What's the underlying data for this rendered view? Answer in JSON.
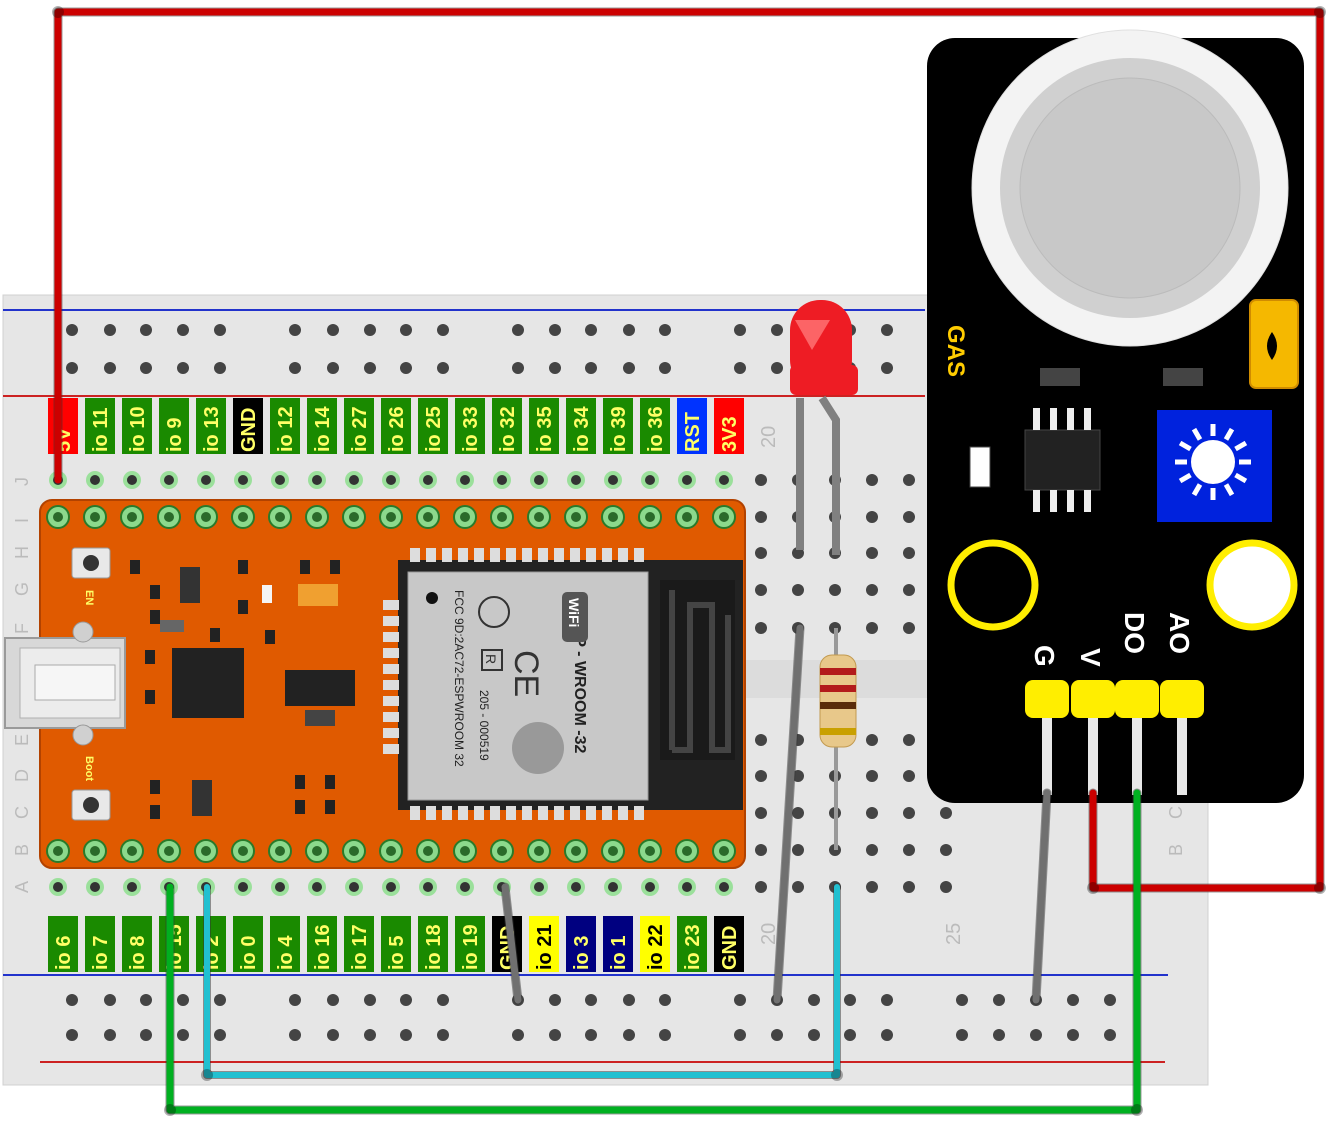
{
  "top_pin_labels": [
    "5V",
    "io 11",
    "io 10",
    "io 9",
    "io 13",
    "GND",
    "io 12",
    "io 14",
    "io 27",
    "io 26",
    "io 25",
    "io 33",
    "io 32",
    "io 35",
    "io 34",
    "io 39",
    "io 36",
    "RST",
    "3V3"
  ],
  "bottom_pin_labels": [
    "io 6",
    "io 7",
    "io 8",
    "io 15",
    "io 2",
    "io 0",
    "io 4",
    "io 16",
    "io 17",
    "io 5",
    "io 18",
    "io 19",
    "GND",
    "io 21",
    "io 3",
    "io 1",
    "io 22",
    "io 23",
    "GND"
  ],
  "label_colors": {
    "io": "#1a8a00",
    "power": "#ff0000",
    "gnd": "#000000",
    "rst": "#0033ff",
    "uart": "#000080",
    "i2c": "#ffff00",
    "label_text_dark": "#000000",
    "label_text_light": "#ffff66"
  },
  "breadboard": {
    "row_letters_left": [
      "J",
      "I",
      "H",
      "G",
      "F",
      "E",
      "D",
      "C",
      "B",
      "A"
    ],
    "row_letters_right": [
      "C",
      "B"
    ],
    "column_markers": [
      "20",
      "20",
      "25"
    ]
  },
  "esp32": {
    "button_en": "EN",
    "button_boot": "Boot",
    "module_title": "ESP - WROOM -32",
    "fcc_line": "FCC  9D:2AC72-ESPWROOM 32",
    "cert_line": "205 - 000519",
    "wifi_badge": "WiFi",
    "ce_mark": "CE",
    "r_mark": "R",
    "board_color": "#e05a00"
  },
  "gas_sensor": {
    "title": "GAS",
    "pin_labels": [
      "G",
      "V",
      "DO",
      "AO"
    ],
    "board_color": "#000000",
    "pot_color": "#0022dd",
    "header_color": "#ffee00"
  },
  "wire_colors": {
    "power": "#cc0000",
    "signal_do": "#00b020",
    "signal_led": "#22c0d0",
    "ground": "#707070"
  },
  "led": {
    "color": "#ee1c24"
  }
}
